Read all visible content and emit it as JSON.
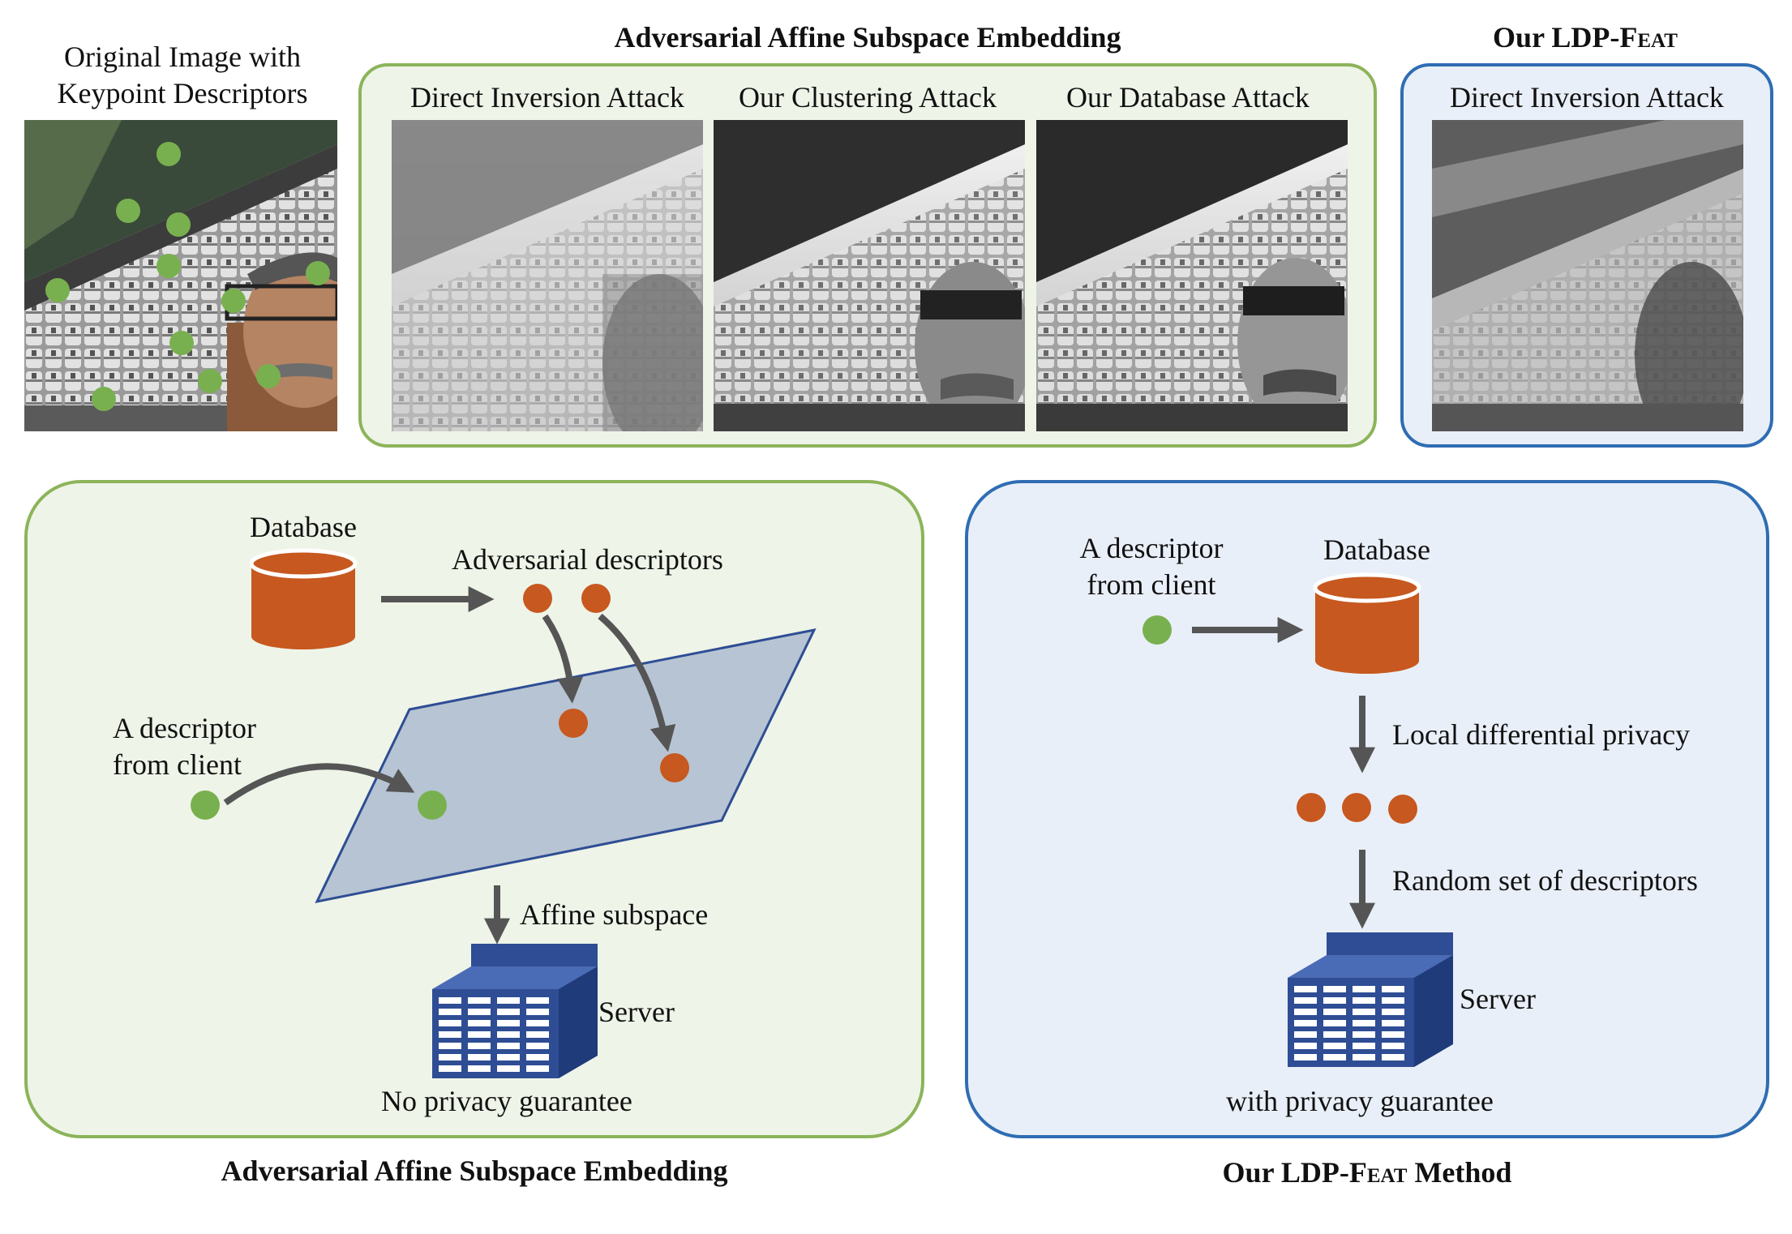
{
  "top": {
    "original_label_line1": "Original Image with",
    "original_label_line2": "Keypoint Descriptors",
    "aase_title": "Adversarial Affine Subspace Embedding",
    "ldp_title_prefix": "Our LDP-",
    "ldp_title_sc": "Feat",
    "columns": [
      "Direct Inversion Attack",
      "Our Clustering Attack",
      "Our Database Attack"
    ],
    "ldp_column": "Direct Inversion Attack"
  },
  "left_diagram": {
    "database_label": "Database",
    "adversarial_label": "Adversarial descriptors",
    "client_label_line1": "A descriptor",
    "client_label_line2": "from client",
    "affine_label": "Affine subspace",
    "server_label": "Server",
    "guarantee_label": "No privacy guarantee",
    "caption": "Adversarial Affine Subspace Embedding"
  },
  "right_diagram": {
    "client_label_line1": "A descriptor",
    "client_label_line2": "from client",
    "database_label": "Database",
    "ldp_label": "Local differential privacy",
    "random_label": "Random set of descriptors",
    "server_label": "Server",
    "guarantee_label": "with privacy guarantee",
    "caption_prefix": "Our LDP-",
    "caption_sc": "Feat",
    "caption_suffix": " Method"
  },
  "colors": {
    "green_border": "#8cb45a",
    "green_fill": "#eef4e8",
    "blue_border": "#2f6db3",
    "blue_fill": "#e9eff8",
    "dot_green": "#79b04f",
    "dot_orange": "#c7581f",
    "server_blue": "#2e4d94",
    "plane_fill": "#b7c4d3",
    "plane_stroke": "#2e4d94",
    "arrow_gray": "#555555"
  }
}
